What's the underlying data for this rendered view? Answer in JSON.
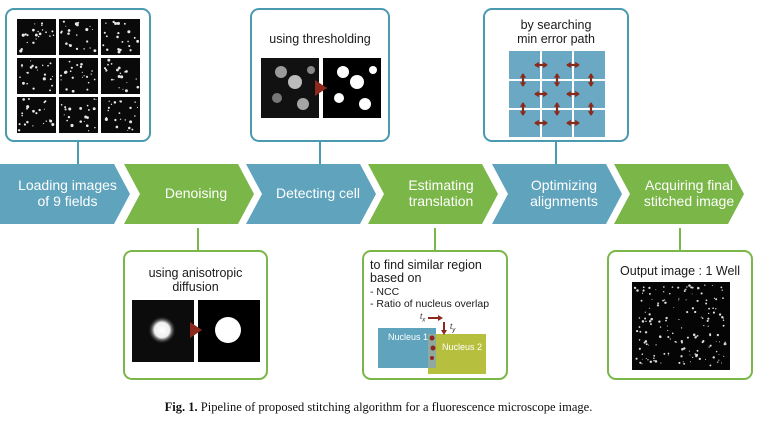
{
  "stages": [
    {
      "label": "Loading images\nof 9 fields",
      "color": "#5fa3bc"
    },
    {
      "label": "Denoising",
      "color": "#7ab648"
    },
    {
      "label": "Detecting cell",
      "color": "#5fa3bc"
    },
    {
      "label": "Estimating\ntranslation",
      "color": "#7ab648"
    },
    {
      "label": "Optimizing\nalignments",
      "color": "#5fa3bc"
    },
    {
      "label": "Acquiring final\nstitched image",
      "color": "#7ab648"
    }
  ],
  "callouts": {
    "thresholding": "using thresholding",
    "search_path": "by searching\nmin error path",
    "anisotropic": "using anisotropic\ndiffusion",
    "similar_region": {
      "title": "to find similar region\nbased on",
      "items": [
        "- NCC",
        "- Ratio of nucleus overlap"
      ],
      "nucleus1": "Nucleus 1",
      "nucleus2": "Nucleus 2",
      "tx": "t",
      "tx_sub": "x",
      "ty": "t",
      "ty_sub": "y"
    },
    "output": "Output image : 1 Well"
  },
  "caption": {
    "prefix": "Fig. 1.",
    "text": " Pipeline of proposed stitching algorithm for a fluorescence microscope image."
  },
  "colors": {
    "blue_stage": "#5fa3bc",
    "green_stage": "#7ab648",
    "blue_border": "#4a9ab0",
    "green_border": "#7ab648",
    "arrow_red": "#8b2a1c",
    "grid_blue": "#6aa8c4",
    "nucleus1": "#5fa3bc",
    "nucleus2": "#b7c03e"
  }
}
